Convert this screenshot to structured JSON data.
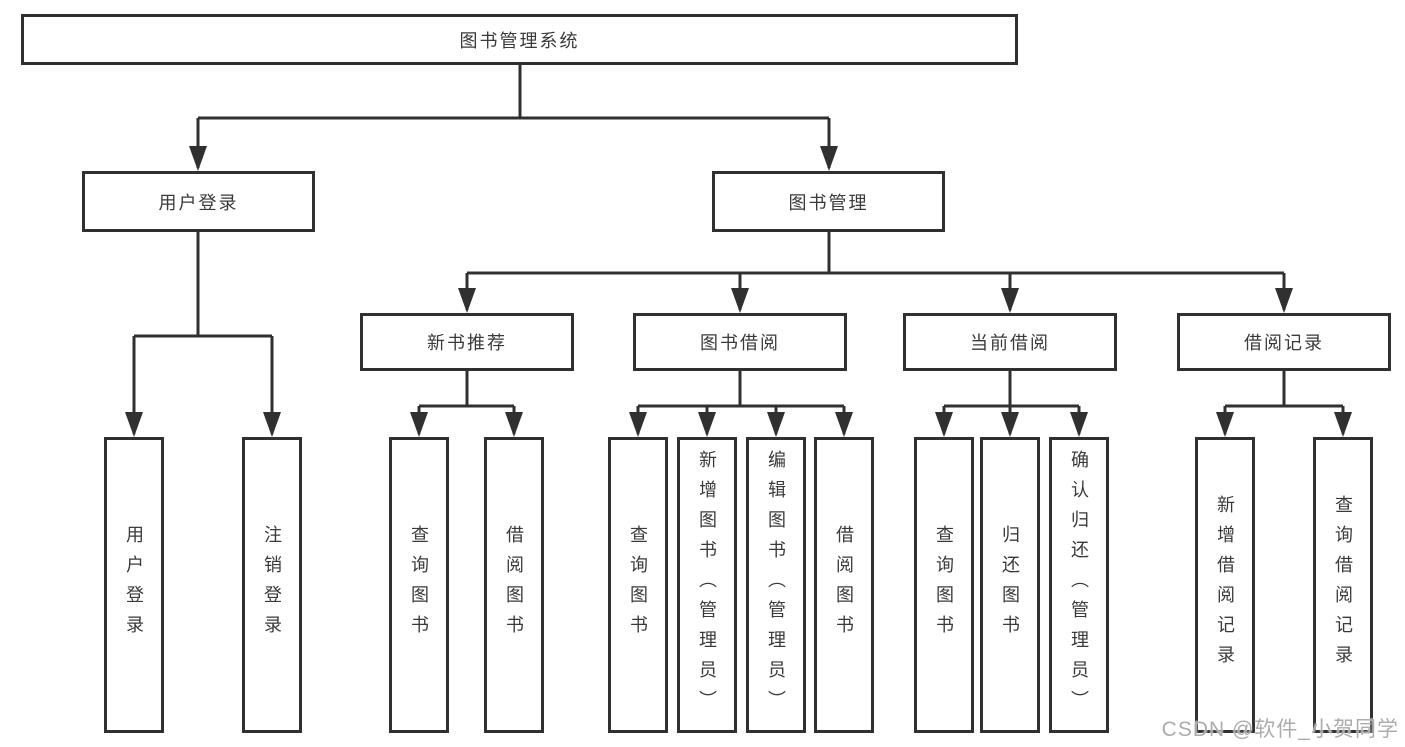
{
  "diagram": {
    "colors": {
      "line": "#303030",
      "border": "#303030",
      "text": "#3a3a3a",
      "background": "#ffffff",
      "watermark": "#9e9e9e"
    },
    "tree": {
      "root": {
        "label": "图书管理系统",
        "children": [
          {
            "label": "用户登录",
            "children": [
              {
                "label": "用户登录"
              },
              {
                "label": "注销登录"
              }
            ]
          },
          {
            "label": "图书管理",
            "children": [
              {
                "label": "新书推荐",
                "children": [
                  {
                    "label": "查询图书"
                  },
                  {
                    "label": "借阅图书"
                  }
                ]
              },
              {
                "label": "图书借阅",
                "children": [
                  {
                    "label": "查询图书"
                  },
                  {
                    "label": "新增图书（管理员）"
                  },
                  {
                    "label": "编辑图书（管理员）"
                  },
                  {
                    "label": "借阅图书"
                  }
                ]
              },
              {
                "label": "当前借阅",
                "children": [
                  {
                    "label": "查询图书"
                  },
                  {
                    "label": "归还图书"
                  },
                  {
                    "label": "确认归还（管理员）"
                  }
                ]
              },
              {
                "label": "借阅记录",
                "children": [
                  {
                    "label": "新增借阅记录"
                  },
                  {
                    "label": "查询借阅记录"
                  }
                ]
              }
            ]
          }
        ]
      }
    }
  },
  "watermark": {
    "text": "CSDN @软件_小贺同学"
  }
}
